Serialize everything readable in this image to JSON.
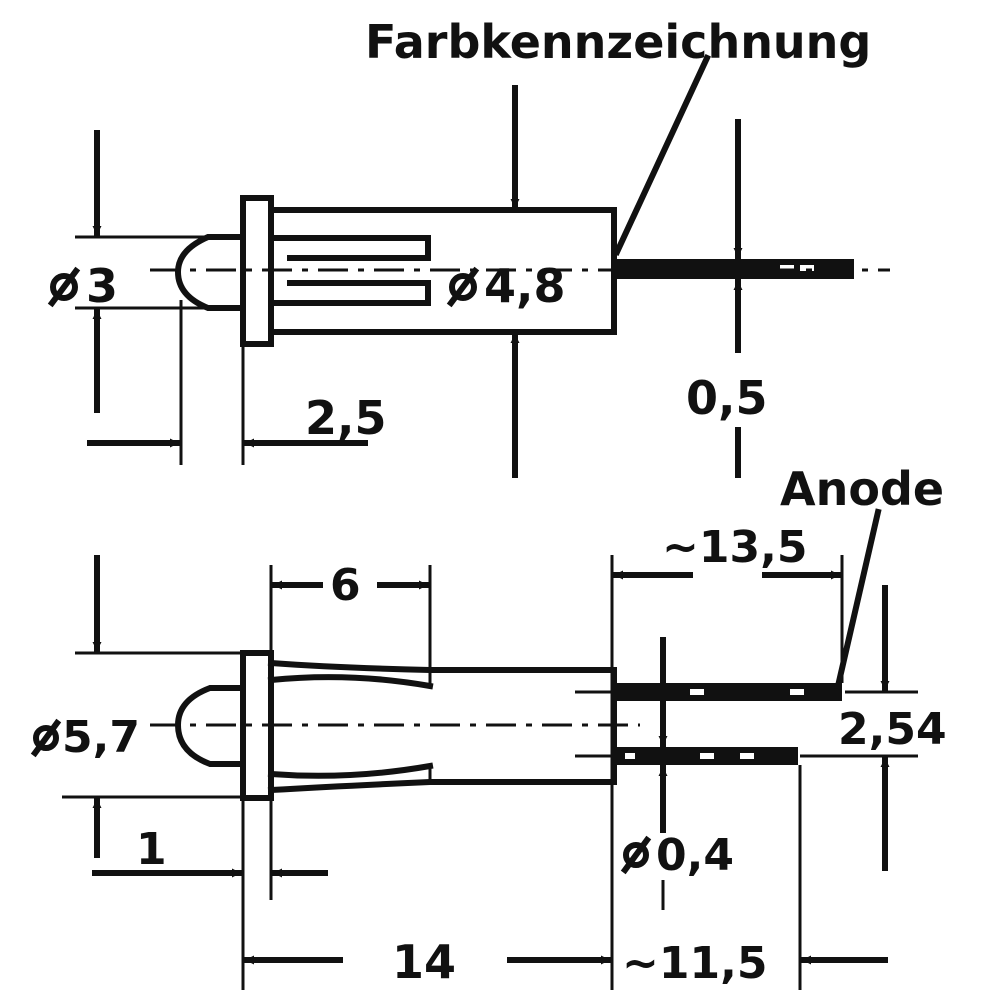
{
  "colors": {
    "ink": "#111111",
    "paper": "#ffffff"
  },
  "labels": {
    "color_marking": "Farbkennzeichnung",
    "anode": "Anode",
    "dia_3": "3",
    "dia_4_8": "4,8",
    "dim_2_5": "2,5",
    "dim_0_5": "0,5",
    "dim_6": "6",
    "dim_13_5": "~13,5",
    "dia_5_7": "5,7",
    "dim_2_54": "2,54",
    "dim_1": "1",
    "dia_0_4": "0,4",
    "dim_14": "14",
    "dim_11_5": "~11,5"
  }
}
